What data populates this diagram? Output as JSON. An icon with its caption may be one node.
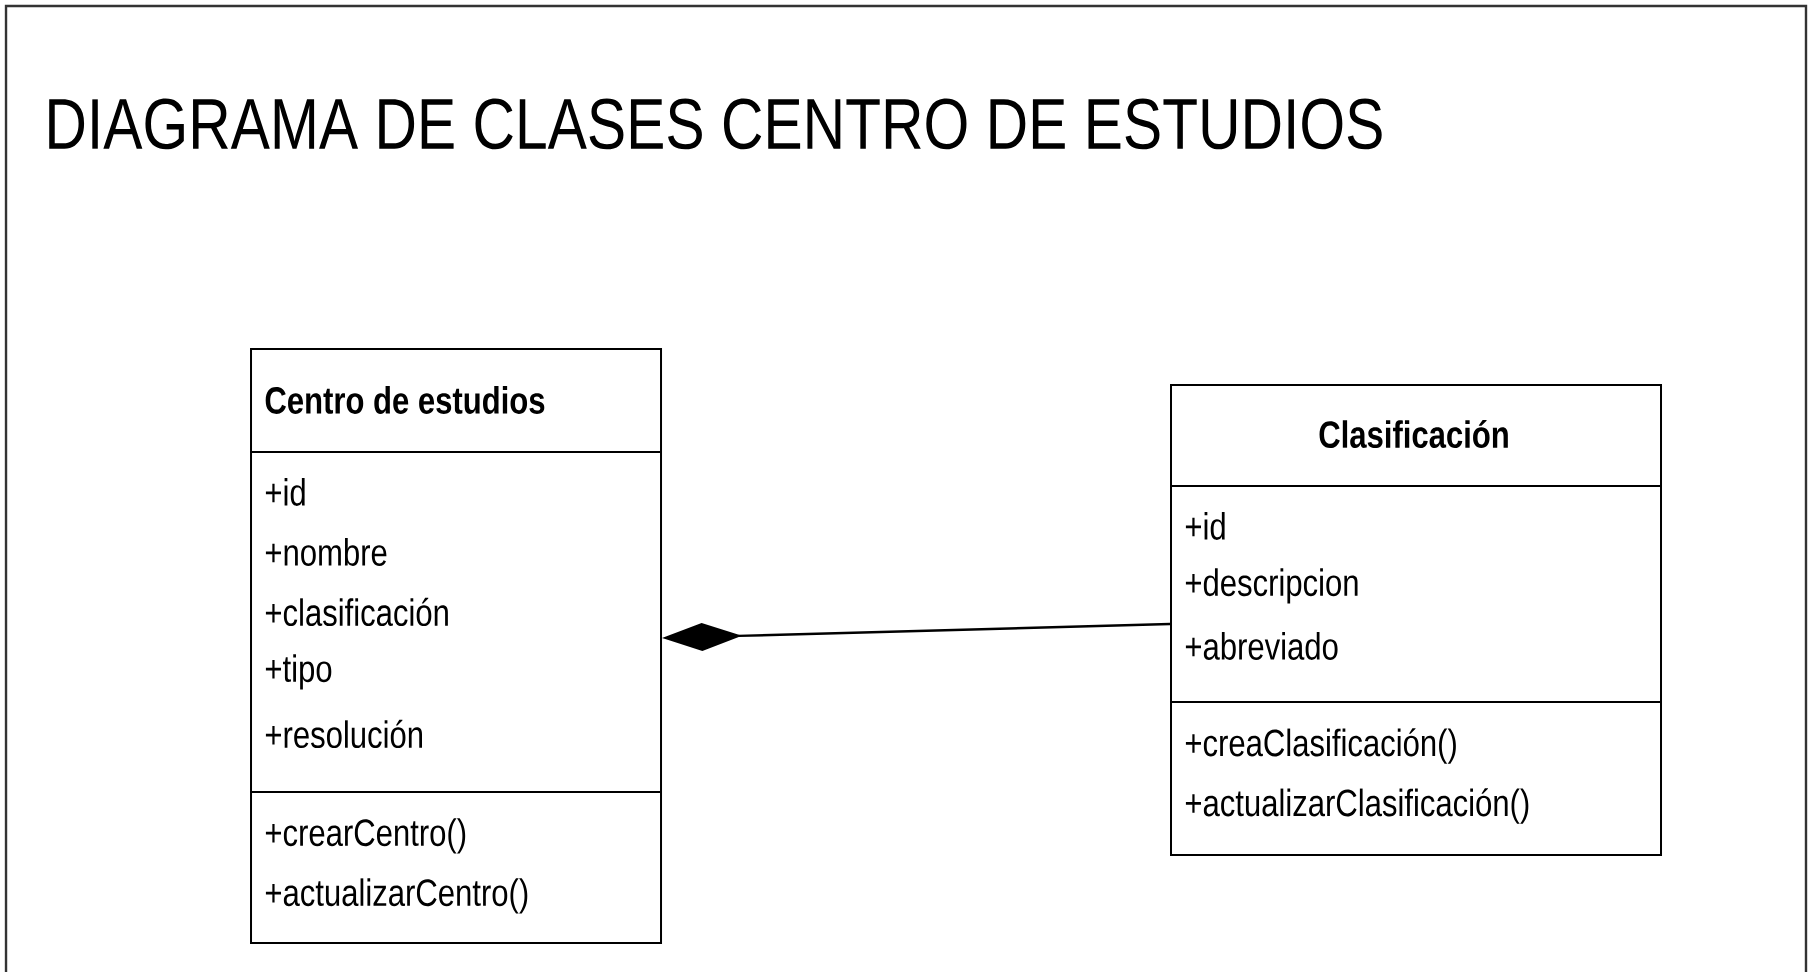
{
  "diagram": {
    "title": "DIAGRAMA DE CLASES CENTRO DE ESTUDIOS",
    "nodes": [
      {
        "text": [
          "Centro de estudios",
          "+id",
          "+nombre",
          "+clasificación",
          "+tipo",
          "+resolución",
          "+crearCentro()",
          "+actualizarCentro()"
        ]
      },
      {
        "text": [
          "Clasificación",
          "+id",
          "+descripcion",
          "+abreviado",
          "+creaClasificación()",
          "+actualizarClasificación()"
        ]
      }
    ],
    "edges": [
      {
        "from": 0,
        "to": 1,
        "arrow": "other"
      }
    ]
  }
}
